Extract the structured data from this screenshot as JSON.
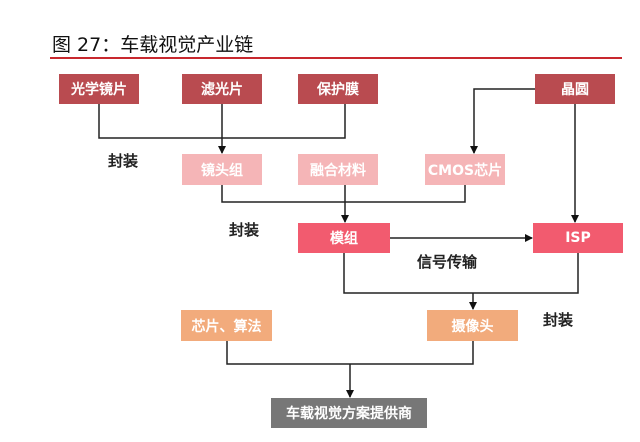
{
  "title": "图 27：车载视觉产业链",
  "nodes": {
    "optical_lens": "光学镜片",
    "filter": "滤光片",
    "protective_film": "保护膜",
    "wafer": "晶圆",
    "lens_group": "镜头组",
    "fusion_material": "融合材料",
    "cmos_chip": "CMOS芯片",
    "module": "模组",
    "isp": "ISP",
    "chip_algorithm": "芯片、算法",
    "camera": "摄像头",
    "provider": "车载视觉方案提供商"
  },
  "labels": {
    "package1": "封装",
    "package2": "封装",
    "signal": "信号传输",
    "package3": "封装"
  },
  "colors": {
    "dark_red": "#b94b50",
    "light_pink": "#f5b5b7",
    "hot_pink": "#f25b6f",
    "orange": "#f2ab7c",
    "gray": "#777777",
    "rule": "#c8282e"
  }
}
